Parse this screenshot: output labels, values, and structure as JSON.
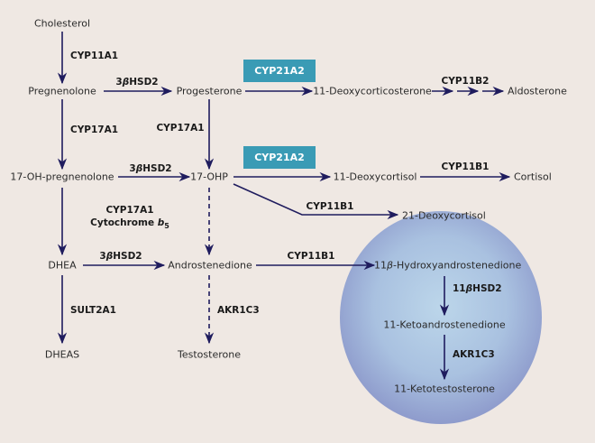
{
  "colors": {
    "background": "#efe8e3",
    "arrow": "#1f1c5e",
    "highlight_box": "#3a9bb5",
    "ellipse_center": "#b9d3e8",
    "ellipse_edge": "#93a2cf"
  },
  "metabolites": {
    "cholesterol": "Cholesterol",
    "pregnenolone": "Pregnenolone",
    "progesterone": "Progesterone",
    "deoxycorticosterone": "11-Deoxycorticosterone",
    "aldosterone": "Aldosterone",
    "oh_pregnenolone": "17-OH-pregnenolone",
    "ohp": "17-OHP",
    "deoxycortisol_11": "11-Deoxycortisol",
    "cortisol": "Cortisol",
    "deoxycortisol_21": "21-Deoxycortisol",
    "dhea": "DHEA",
    "androstenedione": "Androstenedione",
    "hydroxyandrostenedione_prefix": "11",
    "hydroxyandrostenedione_beta": "β",
    "hydroxyandrostenedione_suffix": "-Hydroxyandrostenedione",
    "ketoandrostenedione": "11-Ketoandrostenedione",
    "dheas": "DHEAS",
    "testosterone": "Testosterone",
    "ketotestosterone": "11-Ketotestosterone"
  },
  "enzymes": {
    "cyp11a1": "CYP11A1",
    "hsd2_a_pre": "3",
    "hsd2_a_beta": "β",
    "hsd2_a_post": "HSD2",
    "cyp17a1_left": "CYP17A1",
    "cyp17a1_mid": "CYP17A1",
    "cyp21a2_top": "CYP21A2",
    "cyp21a2_bottom": "CYP21A2",
    "cyp11b2": "CYP11B2",
    "cyp11b1_cortisol": "CYP11B1",
    "cyp11b1_21deoxy": "CYP11B1",
    "cyp17a1_b5_line1": "CYP17A1",
    "cyp17a1_b5_line2": "Cytochrome ",
    "cyp17a1_b5_b": "b",
    "cyp17a1_b5_sub": "5",
    "cyp11b1_andro": "CYP11B1",
    "hsd11b2_pre": "11",
    "hsd11b2_beta": "β",
    "hsd11b2_post": "HSD2",
    "sult2a1": "SULT2A1",
    "akr1c3_dashed": "AKR1C3",
    "akr1c3_ellipse": "AKR1C3"
  }
}
